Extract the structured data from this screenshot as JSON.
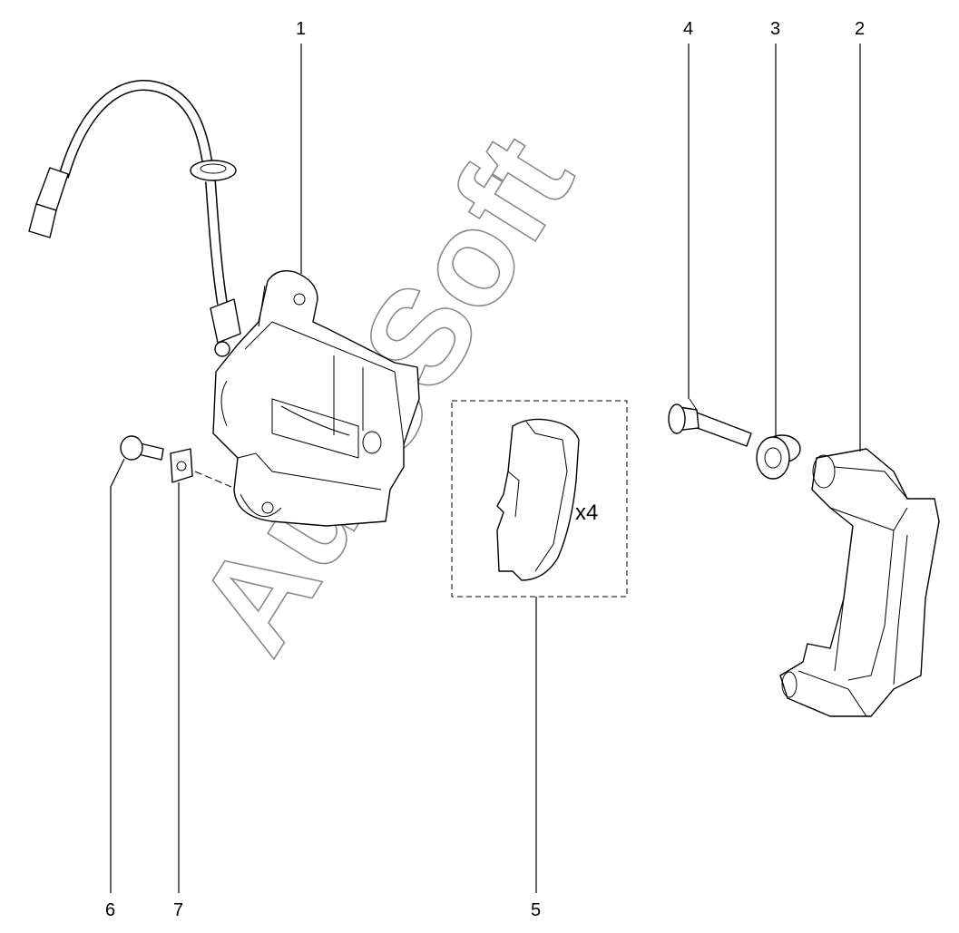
{
  "callouts": {
    "caliper": "1",
    "bracket": "2",
    "bushing": "3",
    "guide_pin": "4",
    "pads": "5",
    "bleed_bolt": "6",
    "washer": "7"
  },
  "pad_quantity": "x4",
  "watermark": "AutoSoft"
}
